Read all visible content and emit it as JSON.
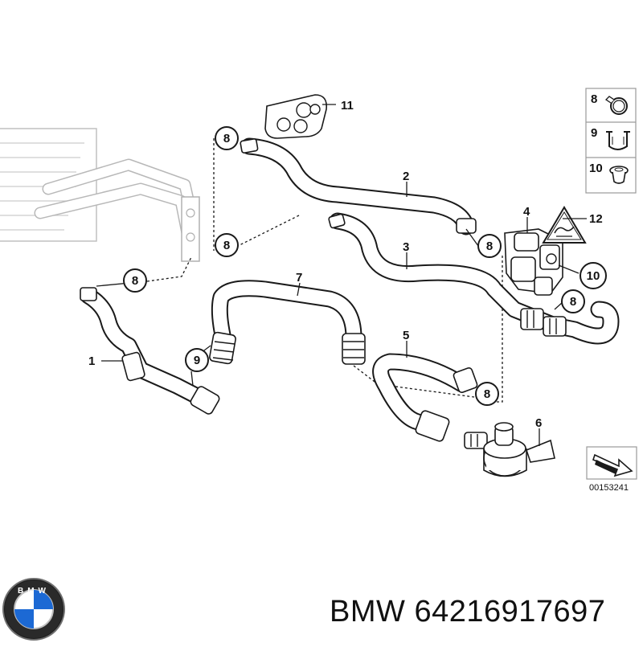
{
  "diagram": {
    "image_code": "00153241",
    "callouts": [
      "1",
      "2",
      "3",
      "4",
      "5",
      "6",
      "7",
      "8",
      "9",
      "10",
      "11",
      "12"
    ],
    "legend": [
      {
        "number": "8",
        "icon": "hose-clamp-icon"
      },
      {
        "number": "9",
        "icon": "clip-icon"
      },
      {
        "number": "10",
        "icon": "grommet-icon"
      }
    ]
  },
  "footer": {
    "brand": "BMW",
    "part_number": "64216917697",
    "logo_letters": "BMW"
  }
}
